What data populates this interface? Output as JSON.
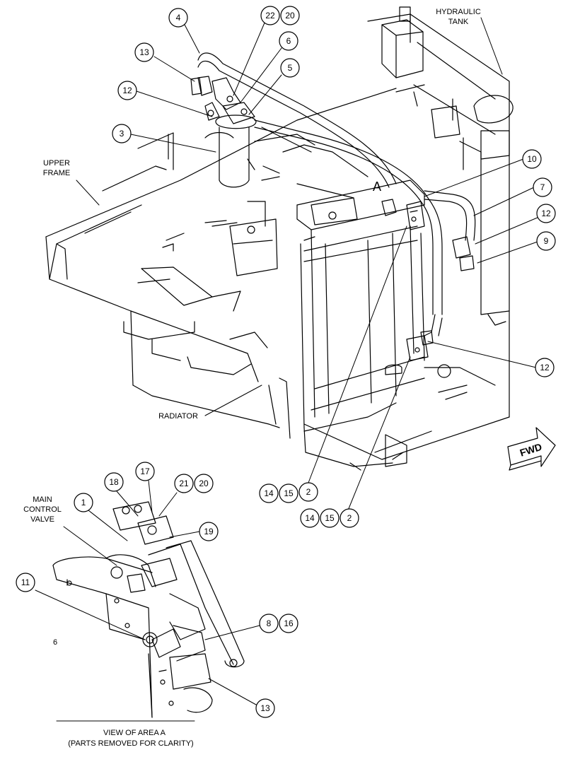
{
  "labels": {
    "hydraulic_tank": [
      "HYDRAULIC",
      "TANK"
    ],
    "upper_frame": [
      "UPPER",
      "FRAME"
    ],
    "radiator": "RADIATOR",
    "main_control_valve": [
      "MAIN",
      "CONTROL",
      "VALVE"
    ],
    "area_a": "A",
    "fwd": "FWD",
    "view_caption": [
      "VIEW OF AREA A",
      "(PARTS REMOVED FOR CLARITY)"
    ],
    "stray_mark": "6"
  },
  "callouts": {
    "c4": "4",
    "c22": "22",
    "c20a": "20",
    "c6": "6",
    "c13a": "13",
    "c5": "5",
    "c12a": "12",
    "c3": "3",
    "c10": "10",
    "c7": "7",
    "c12b": "12",
    "c9": "9",
    "c12c": "12",
    "c14a": "14",
    "c15a": "15",
    "c2a": "2",
    "c14b": "14",
    "c15b": "15",
    "c2b": "2",
    "c18": "18",
    "c17": "17",
    "c21": "21",
    "c20b": "20",
    "c1": "1",
    "c19": "19",
    "c11": "11",
    "c8": "8",
    "c16": "16",
    "c13b": "13"
  }
}
